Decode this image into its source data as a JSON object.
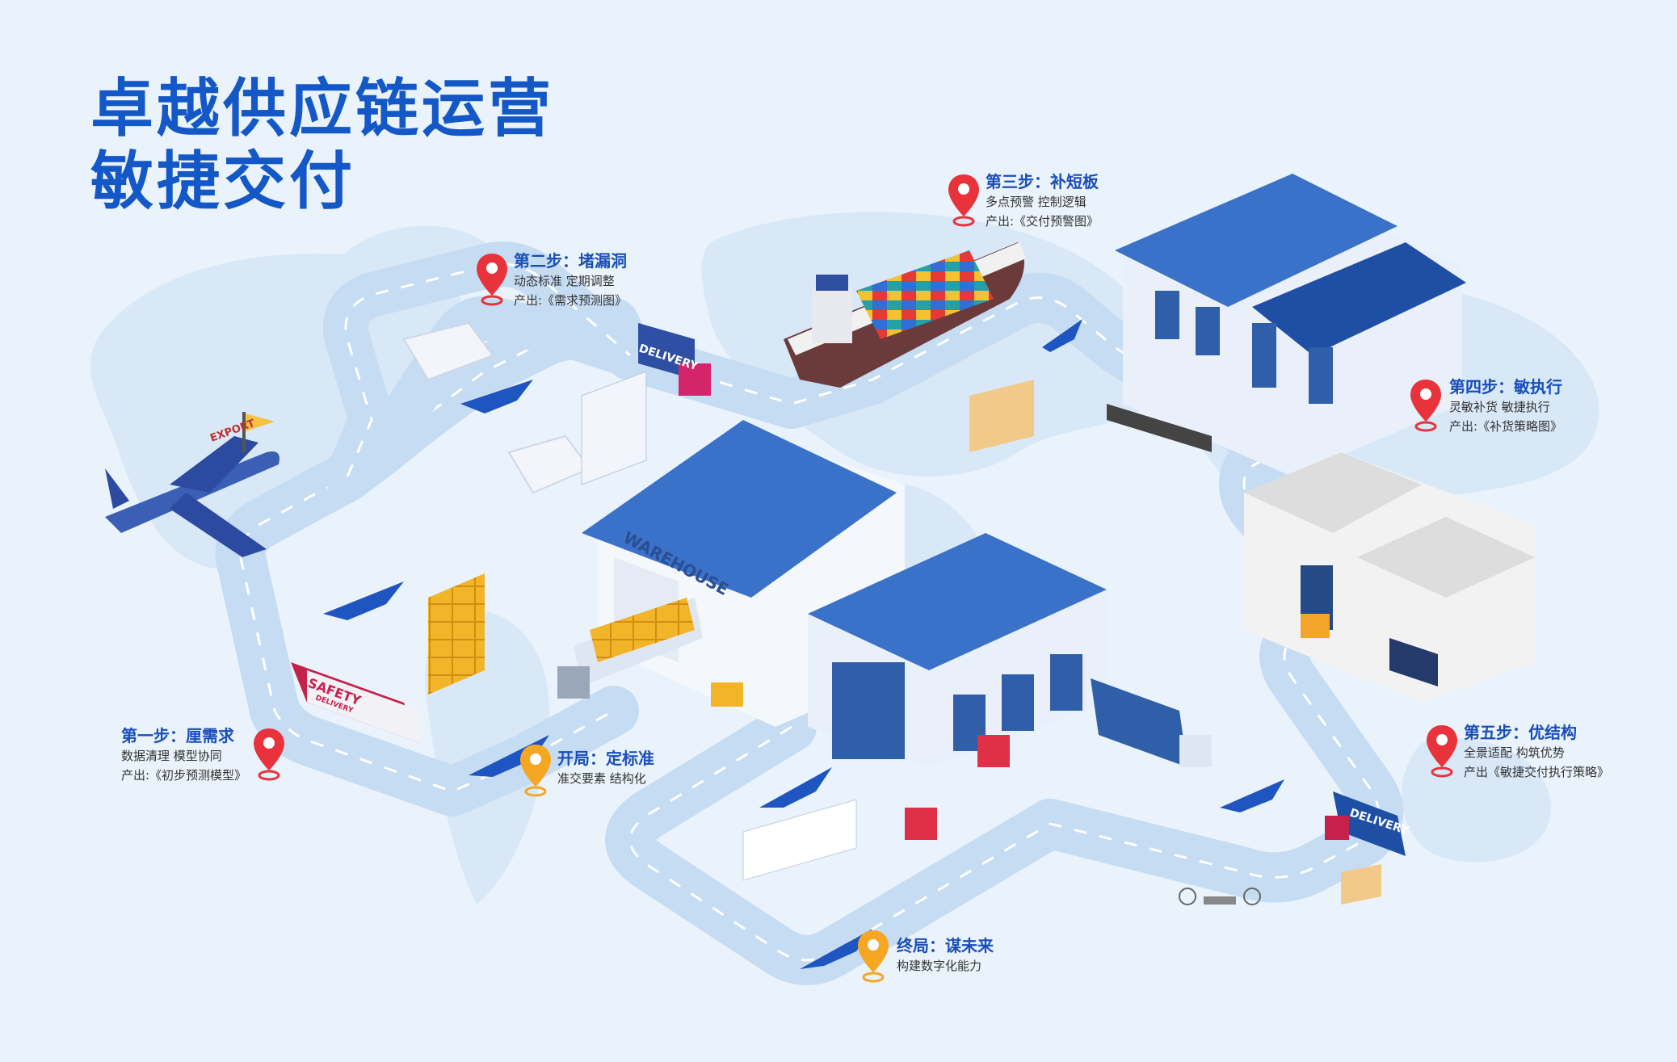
{
  "header": {
    "title_line1": "卓越供应链运营",
    "title_line2": "敏捷交付"
  },
  "colors": {
    "background": "#eaf3fb",
    "title": "#1457c7",
    "road": "#c5dcf3",
    "arrow": "#1f55c0",
    "pin_step": "#e8333c",
    "pin_milestone": "#f5a623"
  },
  "signage": {
    "warehouse": "WAREHOUSE",
    "delivery": "DELIVERY",
    "export": "EXPORT",
    "safety": "SAFETY",
    "safety_sub": "DELIVERY"
  },
  "steps": [
    {
      "id": "step1",
      "pin": "red",
      "title": "第一步：厘需求",
      "lines": [
        "数据清理  模型协同",
        "产出:《初步预测模型》"
      ]
    },
    {
      "id": "start",
      "pin": "gold",
      "title": "开局：定标准",
      "lines": [
        "准交要素 结构化"
      ]
    },
    {
      "id": "step2",
      "pin": "red",
      "title": "第二步：堵漏洞",
      "lines": [
        "动态标准  定期调整",
        "产出:《需求预测图》"
      ]
    },
    {
      "id": "step3",
      "pin": "red",
      "title": "第三步：补短板",
      "lines": [
        "多点预警  控制逻辑",
        "产出:《交付预警图》"
      ]
    },
    {
      "id": "step4",
      "pin": "red",
      "title": "第四步：敏执行",
      "lines": [
        "灵敏补货  敏捷执行",
        "产出:《补货策略图》"
      ]
    },
    {
      "id": "step5",
      "pin": "red",
      "title": "第五步：优结构",
      "lines": [
        "全景适配  构筑优势",
        "产出《敏捷交付执行策略》"
      ]
    },
    {
      "id": "end",
      "pin": "gold",
      "title": "终局：谋未来",
      "lines": [
        "构建数字化能力"
      ]
    }
  ]
}
